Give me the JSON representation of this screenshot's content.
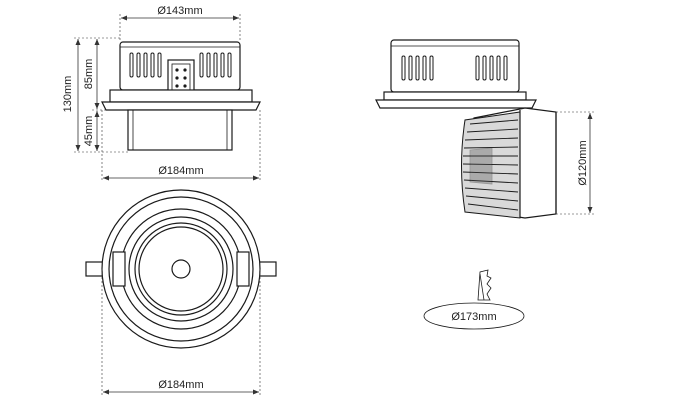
{
  "dimensions": {
    "top_diameter": "Ø143mm",
    "height_upper": "85mm",
    "height_total": "130mm",
    "height_lower": "45mm",
    "side_diameter": "Ø184mm",
    "bottom_diameter": "Ø184mm",
    "lens_diameter": "Ø120mm",
    "cutout_diameter": "Ø173mm"
  },
  "colors": {
    "line": "#1a1a1a",
    "fill": "#ffffff",
    "shade": "#d9d9d9"
  }
}
